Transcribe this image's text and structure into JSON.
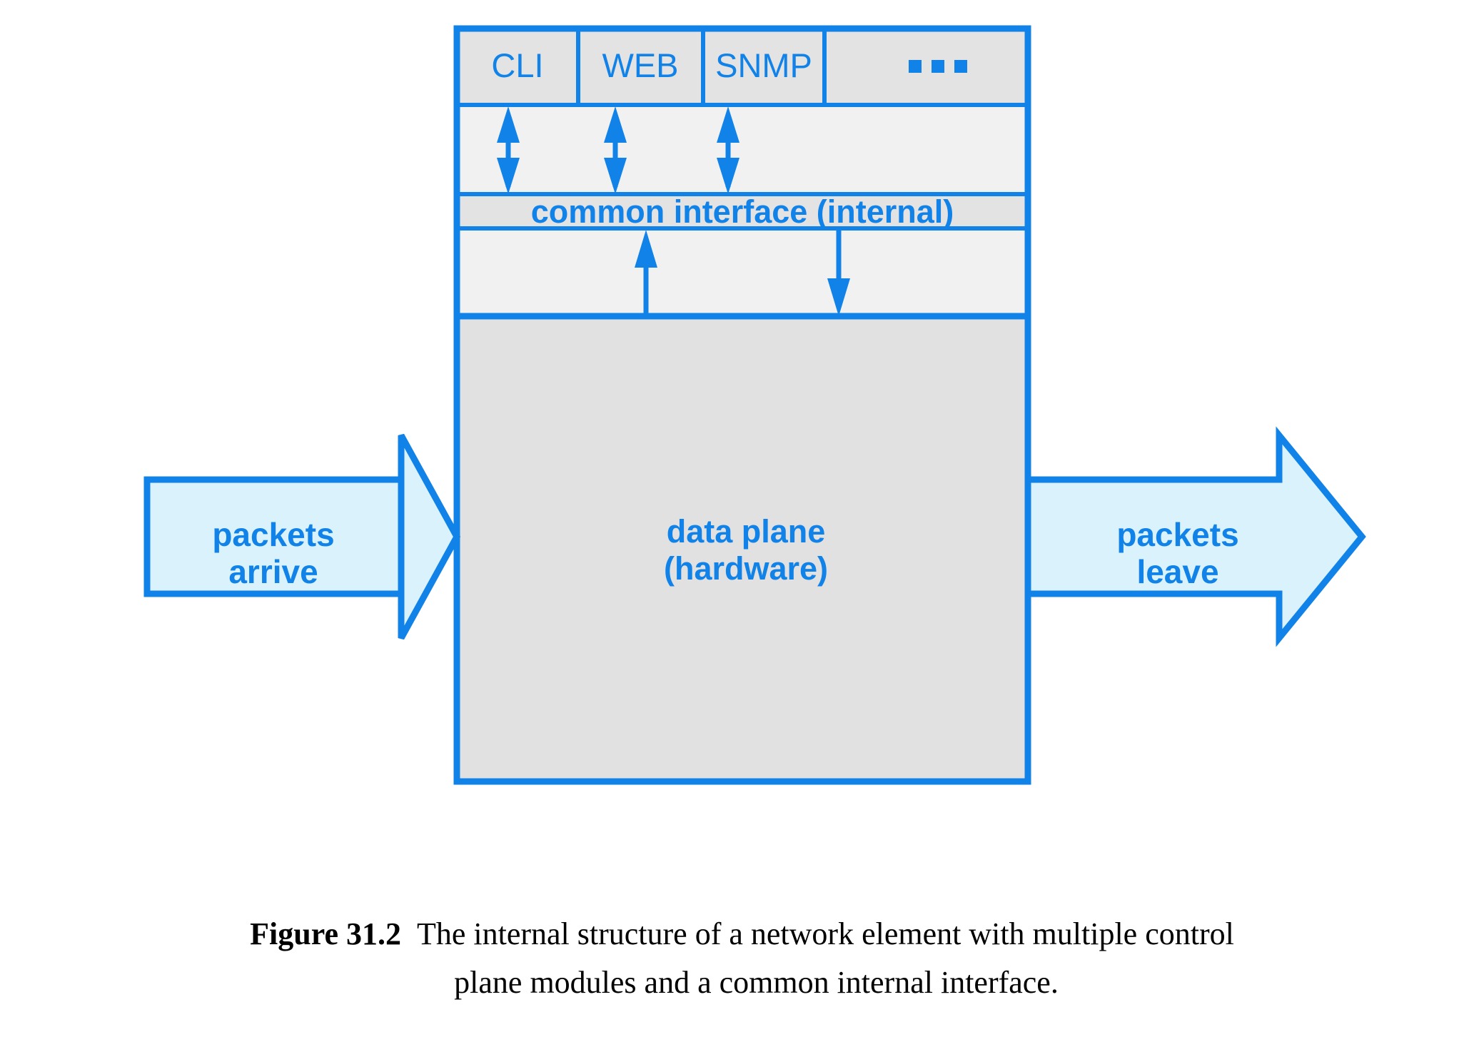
{
  "figure": {
    "caption_label": "Figure 31.2",
    "caption_line1": "The internal structure of a network element with multiple control",
    "caption_line2": "plane modules and a common internal interface."
  },
  "colors": {
    "stroke_blue": "#1183e8",
    "text_blue": "#1183e8",
    "cell_fill": "#e3e3e3",
    "gap_fill": "#f1f1f1",
    "dataplane_fill": "#e1e1e1",
    "packet_arrow_fill": "#d9f2fb",
    "background": "#ffffff",
    "caption_text": "#000000"
  },
  "control_plane": {
    "modules": [
      {
        "label": "CLI",
        "name": "cli"
      },
      {
        "label": "WEB",
        "name": "web"
      },
      {
        "label": "SNMP",
        "name": "snmp"
      },
      {
        "label": "• • •",
        "name": "more-modules-ellipsis"
      }
    ]
  },
  "common_interface": {
    "label": "common interface (internal)"
  },
  "data_plane": {
    "line1": "data plane",
    "line2": "(hardware)"
  },
  "packet_flow": {
    "inbound": {
      "line1": "packets",
      "line2": "arrive"
    },
    "outbound": {
      "line1": "packets",
      "line2": "leave"
    }
  },
  "connectors": {
    "module_links": [
      {
        "name": "cli-bidirectional-arrow",
        "direction": "bidirectional"
      },
      {
        "name": "web-bidirectional-arrow",
        "direction": "bidirectional"
      },
      {
        "name": "snmp-bidirectional-arrow",
        "direction": "bidirectional"
      }
    ],
    "plane_links": [
      {
        "name": "dataplane-to-interface-arrow",
        "direction": "up"
      },
      {
        "name": "interface-to-dataplane-arrow",
        "direction": "down"
      }
    ]
  }
}
